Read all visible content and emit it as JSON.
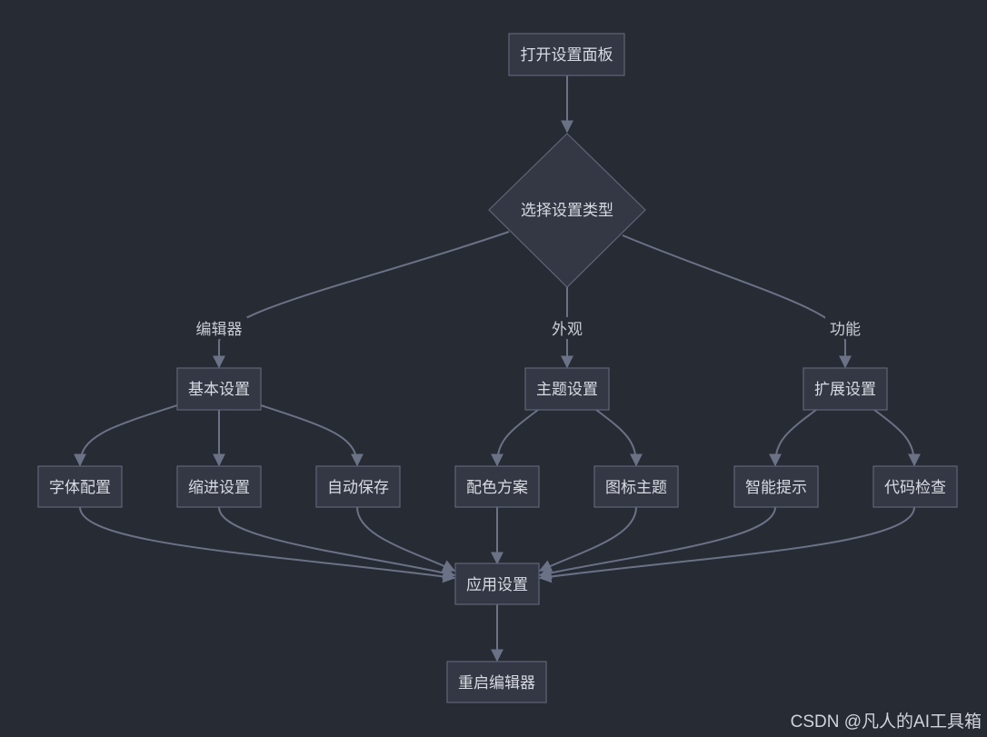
{
  "diagram": {
    "type": "flowchart",
    "colors": {
      "background": "#272b34",
      "node_fill": "#343844",
      "node_stroke": "#5e6577",
      "edge": "#6b7286",
      "text": "#d8dbe2"
    },
    "nodes": {
      "open_panel": "打开设置面板",
      "select_type": "选择设置类型",
      "basic": "基本设置",
      "theme": "主题设置",
      "extension": "扩展设置",
      "font": "字体配置",
      "indent": "缩进设置",
      "autosave": "自动保存",
      "color_scheme": "配色方案",
      "icon_theme": "图标主题",
      "smart_hint": "智能提示",
      "code_check": "代码检查",
      "apply": "应用设置",
      "restart": "重启编辑器"
    },
    "edge_labels": {
      "editor": "编辑器",
      "appearance": "外观",
      "function": "功能"
    },
    "edges": [
      {
        "from": "open_panel",
        "to": "select_type"
      },
      {
        "from": "select_type",
        "to": "basic",
        "label": "editor"
      },
      {
        "from": "select_type",
        "to": "theme",
        "label": "appearance"
      },
      {
        "from": "select_type",
        "to": "extension",
        "label": "function"
      },
      {
        "from": "basic",
        "to": "font"
      },
      {
        "from": "basic",
        "to": "indent"
      },
      {
        "from": "basic",
        "to": "autosave"
      },
      {
        "from": "theme",
        "to": "color_scheme"
      },
      {
        "from": "theme",
        "to": "icon_theme"
      },
      {
        "from": "extension",
        "to": "smart_hint"
      },
      {
        "from": "extension",
        "to": "code_check"
      },
      {
        "from": "font",
        "to": "apply"
      },
      {
        "from": "indent",
        "to": "apply"
      },
      {
        "from": "autosave",
        "to": "apply"
      },
      {
        "from": "color_scheme",
        "to": "apply"
      },
      {
        "from": "icon_theme",
        "to": "apply"
      },
      {
        "from": "smart_hint",
        "to": "apply"
      },
      {
        "from": "code_check",
        "to": "apply"
      },
      {
        "from": "apply",
        "to": "restart"
      }
    ]
  },
  "watermark": "CSDN @凡人的AI工具箱"
}
